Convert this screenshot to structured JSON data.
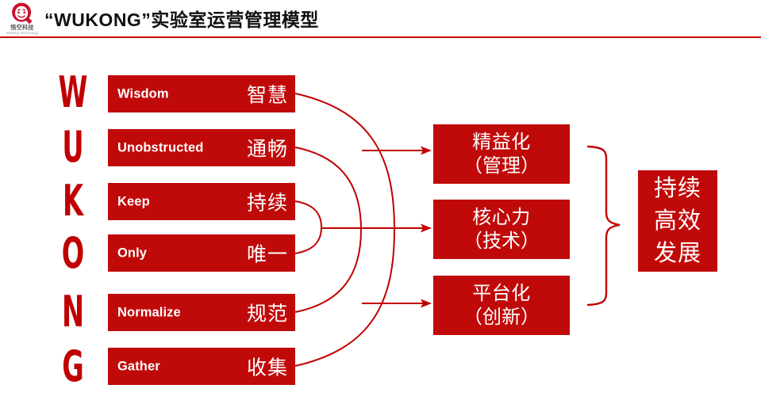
{
  "header": {
    "title": "“WUKONG”实验室运营管理模型",
    "logo_icon": "wukong-monkey-face-logo",
    "logo_text": "悟空科技",
    "logo_subtext": "Wukong Technology",
    "rule_color": "#cc0a0a"
  },
  "theme": {
    "red": "#c00a0a",
    "white": "#ffffff",
    "letter_red": "#c00000",
    "line_red": "#c00000"
  },
  "acronym": {
    "letters": [
      "W",
      "U",
      "K",
      "O",
      "N",
      "G"
    ]
  },
  "principles": [
    {
      "letter": "W",
      "en": "Wisdom",
      "cn": "智慧"
    },
    {
      "letter": "U",
      "en": "Unobstructed",
      "cn": "通畅"
    },
    {
      "letter": "K",
      "en": "Keep",
      "cn": "持续"
    },
    {
      "letter": "O",
      "en": "Only",
      "cn": "唯一"
    },
    {
      "letter": "N",
      "en": "Normalize",
      "cn": "规范"
    },
    {
      "letter": "G",
      "en": "Gather",
      "cn": "收集"
    }
  ],
  "outcomes": [
    {
      "line1": "精益化",
      "line2": "（管理）"
    },
    {
      "line1": "核心力",
      "line2": "（技术）"
    },
    {
      "line1": "平台化",
      "line2": "（创新）"
    }
  ],
  "goal": {
    "line1": "持续",
    "line2": "高效",
    "line3": "发展"
  }
}
